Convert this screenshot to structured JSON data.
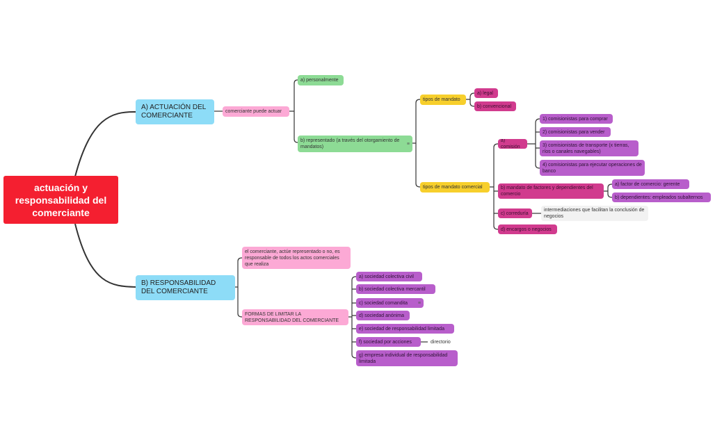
{
  "root": {
    "label": "actuación y responsabilidad del comerciante"
  },
  "branch_a": {
    "label": "A) ACTUACIÓN DEL COMERCIANTE",
    "child": "comerciante puede actuar",
    "personal": "a) personalmente",
    "represented": "b) representado (a través del otorgamiento de mandatos)",
    "mandate_types": "tipos de mandato",
    "legal": "a) legal",
    "conventional": "b) convencional",
    "commercial_types": "tipos de mandato comercial",
    "comision": "a) comisión",
    "comision_items": [
      "1) comisionistas para comprar",
      "2) comisionistas para vender",
      "3) comisionistas de transporte (x tierras, ríos o canales navegables)",
      "4) comisionistas para ejecutar operaciones de banco"
    ],
    "factores": "b) mandato de factores y dependientes del comercio",
    "factores_items": [
      "a) factor de comercio: gerente",
      "b) dependientes: empleados subalternos"
    ],
    "correduria": "c) correduría",
    "correduria_note": "intermediaciones que facilitan la conclusión de negocios",
    "encargos": "d) encargos o negocios"
  },
  "branch_b": {
    "label": "B) RESPONSABILIDAD DEL COMERCIANTE",
    "statement": "el comerciante, actúe representado o no, es responsable de todos los actos comerciales que realiza",
    "forms": "FORMAS DE LIMITAR LA RESPONSABILIDAD DEL COMERCIANTE",
    "forms_items": [
      "a) sociedad colectiva civil",
      "b) sociedad colectiva mercantil",
      "c) sociedad comandita",
      "d) sociedad anónima",
      "e) sociedad de responsabilidad limitada",
      "f) sociedad por acciones",
      "g) empresa individual de responsabilidad limitada"
    ],
    "directorio": "directorio"
  },
  "icons": {
    "note": "note-icon"
  },
  "colors": {
    "root": "#f41f30",
    "level1": "#8ddcf7",
    "pink": "#fca9d5",
    "green": "#8ddb95",
    "yellow": "#f7cf2c",
    "magenta": "#d13b8e",
    "purple": "#b85ecb",
    "line": "#333333"
  }
}
